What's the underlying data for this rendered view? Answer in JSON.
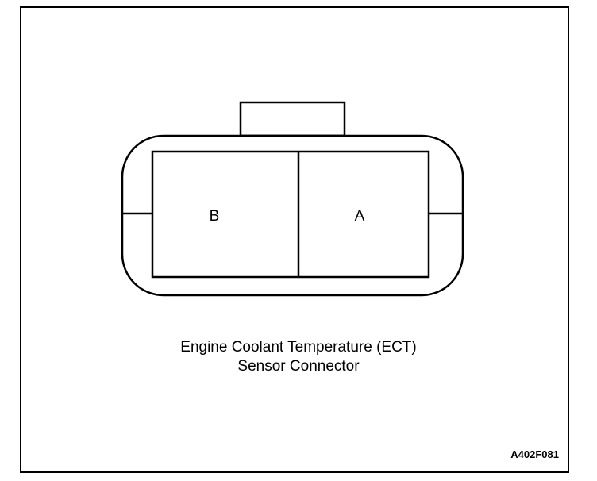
{
  "diagram": {
    "pins": {
      "left_label": "B",
      "right_label": "A"
    },
    "caption": {
      "line1": "Engine Coolant Temperature (ECT)",
      "line2": "Sensor Connector"
    },
    "figure_id": "A402F081",
    "colors": {
      "stroke": "#000000",
      "background": "#ffffff"
    }
  }
}
